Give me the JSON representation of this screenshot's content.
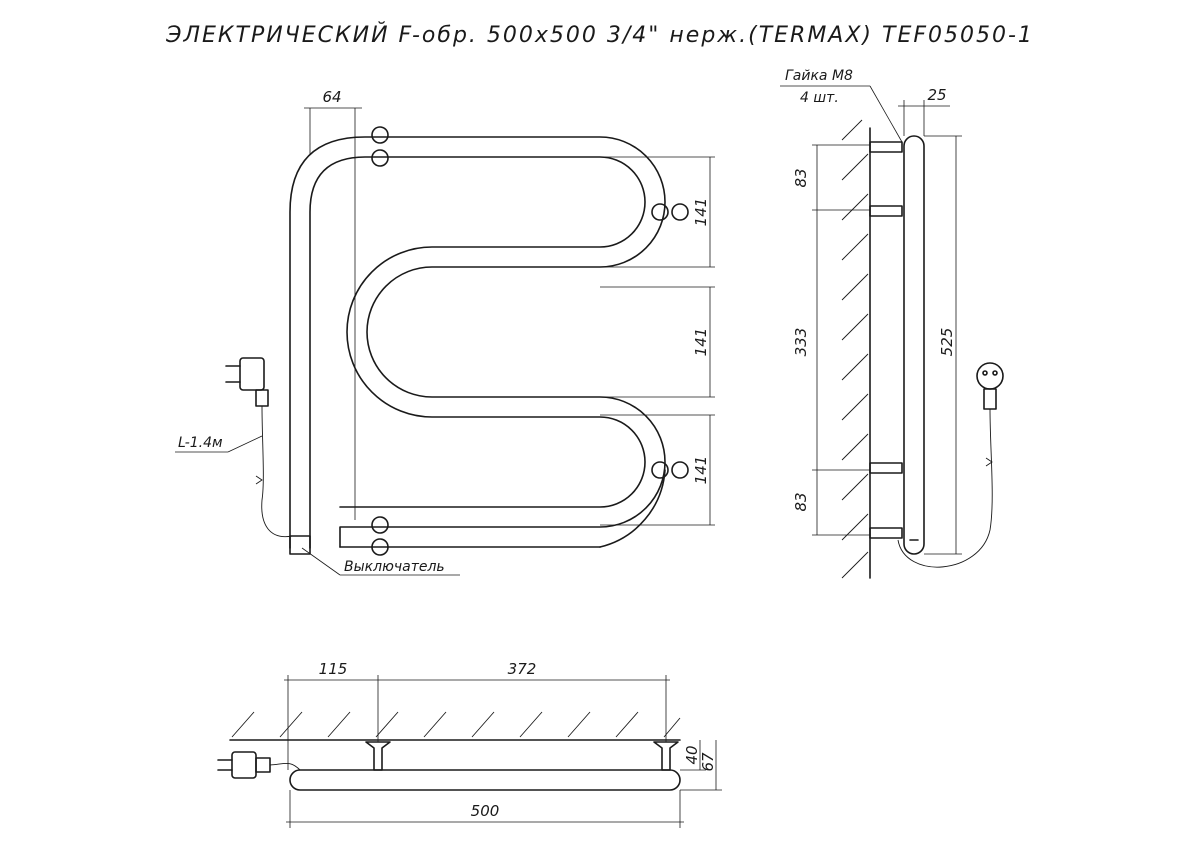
{
  "title": "ЭЛЕКТРИЧЕСКИЙ F-обр. 500х500 3/4\" нерж.(TERMAX) TEF05050-1",
  "front_view": {
    "dim_64": "64",
    "dim_141_top": "141",
    "dim_141_mid": "141",
    "dim_141_bottom": "141",
    "cable_length": "L-1.4м",
    "switch_label": "Выключатель"
  },
  "side_view": {
    "nut_label": "Гайка М8",
    "nut_count": "4 шт.",
    "dim_25": "25",
    "dim_83_top": "83",
    "dim_333": "333",
    "dim_83_bottom": "83",
    "dim_525": "525"
  },
  "top_view": {
    "dim_115": "115",
    "dim_372": "372",
    "dim_40": "40",
    "dim_67": "67",
    "dim_500": "500"
  }
}
